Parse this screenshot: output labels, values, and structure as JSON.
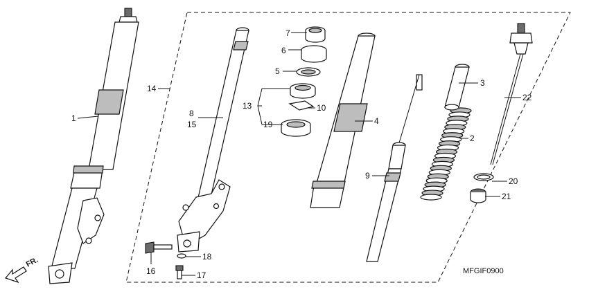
{
  "diagram_code": "MFGIF0900",
  "direction_label": "FR.",
  "callouts": {
    "c1": "1",
    "c2": "2",
    "c3": "3",
    "c4": "4",
    "c5": "5",
    "c6": "6",
    "c7": "7",
    "c8": "8",
    "c9": "9",
    "c10": "10",
    "c13": "13",
    "c14": "14",
    "c15": "15",
    "c16": "16",
    "c17": "17",
    "c18": "18",
    "c19": "19",
    "c20": "20",
    "c21": "21",
    "c22": "22"
  }
}
